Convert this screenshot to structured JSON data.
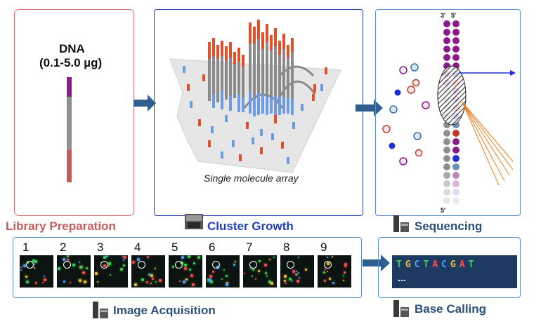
{
  "panels": {
    "library": {
      "dna_title": "DNA",
      "dna_amount": "(0.1-5.0 µg)",
      "label": "Library Preparation",
      "label_color": "#c85a5a"
    },
    "cluster": {
      "caption": "Single molecule array",
      "label": "Cluster Growth",
      "label_color": "#1f3dbf"
    },
    "sequencing": {
      "strand_top_left": "3'",
      "strand_top_right": "5'",
      "strand_bottom": "5'",
      "label": "Sequencing",
      "label_color": "#2d4f7a"
    },
    "image_acquisition": {
      "label": "Image Acquisition",
      "label_color": "#2d4f7a",
      "frames": [
        "1",
        "2",
        "3",
        "4",
        "5",
        "6",
        "7",
        "8",
        "9"
      ]
    },
    "base_calling": {
      "label": "Base Calling",
      "label_color": "#2d4f7a",
      "bases": [
        {
          "letter": "T",
          "color": "#39d353"
        },
        {
          "letter": "G",
          "color": "#f2c230"
        },
        {
          "letter": "C",
          "color": "#4aa3ff"
        },
        {
          "letter": "T",
          "color": "#39d353"
        },
        {
          "letter": "A",
          "color": "#ff4d4d"
        },
        {
          "letter": "C",
          "color": "#4aa3ff"
        },
        {
          "letter": "G",
          "color": "#f2c230"
        },
        {
          "letter": "A",
          "color": "#ff4d4d"
        },
        {
          "letter": "T",
          "color": "#39d353"
        }
      ],
      "ellipsis": "..."
    }
  },
  "colors": {
    "arrow": "#2e5f8f",
    "panel_border_blue": "#5b8fd1",
    "panel_border_red": "#d97070",
    "cluster_border": "#2a3fbf"
  }
}
